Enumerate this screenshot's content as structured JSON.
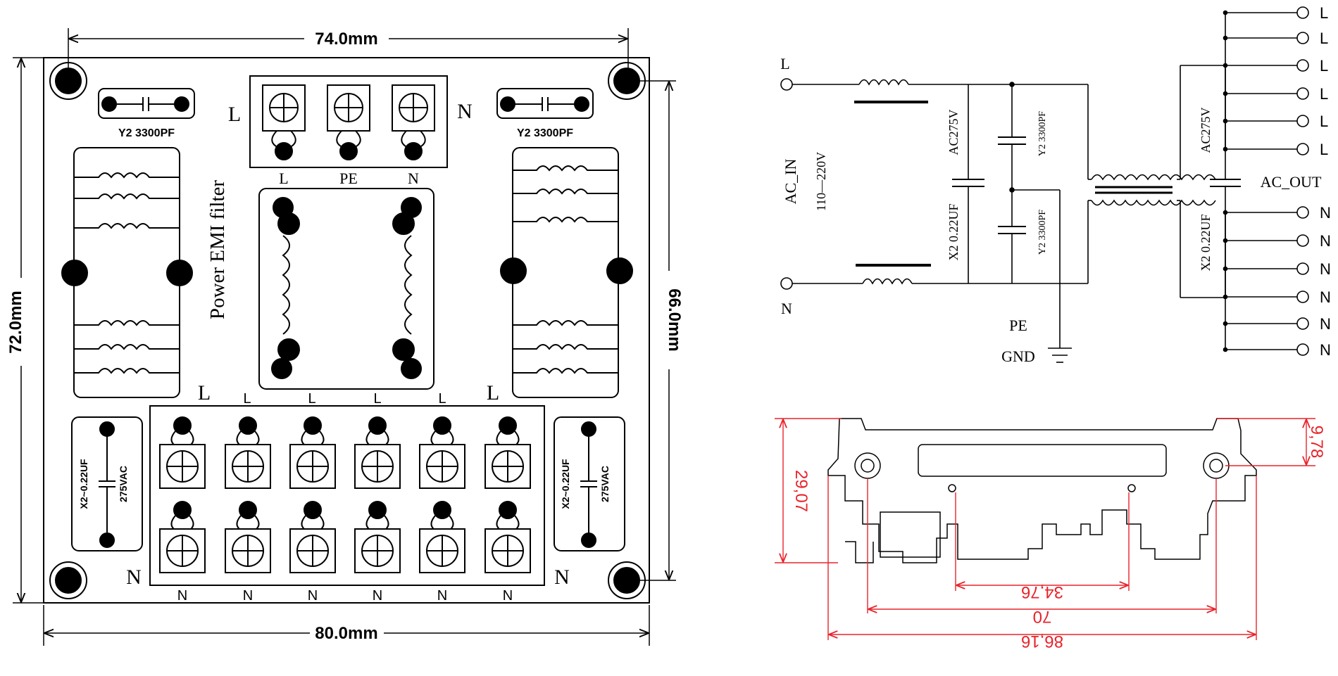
{
  "pcb": {
    "dims": {
      "top_width": "74.0mm",
      "bottom_width": "80.0mm",
      "left_height": "72.0mm",
      "right_height": "66.0mm"
    },
    "y2_cap_label": "Y2  3300PF",
    "title": "Power EMI  filter",
    "input_terminal": {
      "side_left": "L",
      "side_right": "N",
      "pins": [
        "L",
        "PE",
        "N"
      ]
    },
    "x2_cap_labels": [
      "X2~0.22UF",
      "275VAC"
    ],
    "output_top_side_label": "L",
    "output_top_labels": [
      "L",
      "L",
      "L",
      "L",
      "L",
      "L"
    ],
    "output_bottom_side_label": "N",
    "output_bottom_labels": [
      "N",
      "N",
      "N",
      "N",
      "N",
      "N"
    ]
  },
  "schematic": {
    "input_L": "L",
    "input_N": "N",
    "ac_in": "AC_IN",
    "voltage": "110—220V",
    "x2_in_top": "AC275V",
    "x2_in_bottom": "X2 0.22UF",
    "y2_cap": "Y2  3300PF",
    "pe": "PE",
    "gnd": "GND",
    "x2_out_top": "AC275V",
    "x2_out_bottom": "X2 0.22UF",
    "ac_out": "AC_OUT",
    "output_L": [
      "L",
      "L",
      "L",
      "L",
      "L",
      "L"
    ],
    "output_N": [
      "N",
      "N",
      "N",
      "N",
      "N",
      "N"
    ]
  },
  "rail": {
    "height": "29,07",
    "hole_offset": "9,78",
    "inner_width": "34,76",
    "hole_spacing": "70",
    "overall_width": "86,16",
    "dimension_color": "#e8232a"
  }
}
